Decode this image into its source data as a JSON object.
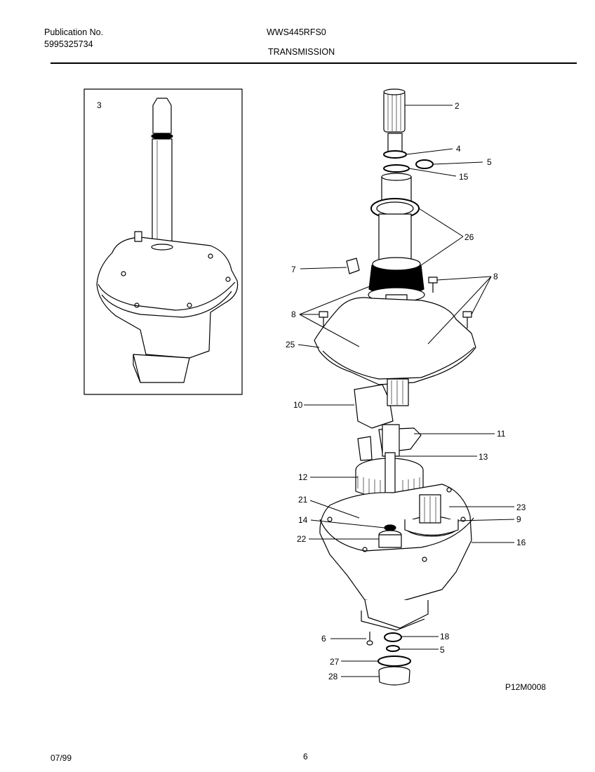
{
  "header": {
    "publication_label": "Publication No.",
    "publication_number": "5995325734",
    "model": "WWS445RFS0",
    "section_title": "TRANSMISSION"
  },
  "inset": {
    "label": "3"
  },
  "callouts": [
    "2",
    "4",
    "5",
    "15",
    "26",
    "7",
    "8",
    "8",
    "25",
    "10",
    "11",
    "13",
    "12",
    "21",
    "23",
    "14",
    "9",
    "22",
    "16",
    "6",
    "18",
    "5",
    "27",
    "28"
  ],
  "figure_code": "P12M0008",
  "footer": {
    "date": "07/99",
    "page": "6"
  }
}
